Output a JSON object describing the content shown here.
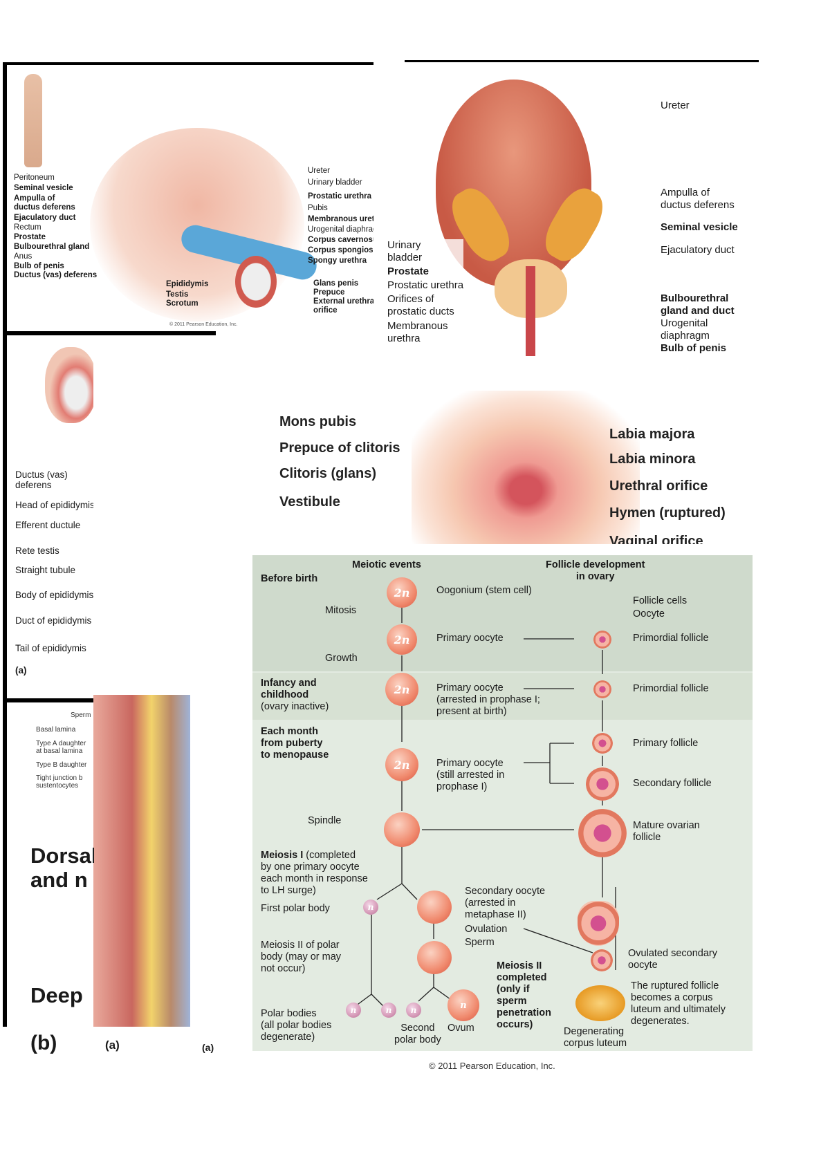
{
  "male_sagittal": {
    "left_labels": [
      "Peritoneum",
      "Seminal vesicle",
      "Ampulla of",
      "ductus deferens",
      "Ejaculatory duct",
      "Rectum",
      "Prostate",
      "Bulbourethral gland",
      "Anus",
      "Bulb of penis",
      "Ductus (vas) deferens"
    ],
    "right_labels": [
      "Ureter",
      "Urinary bladder",
      "Prostatic urethra",
      "Pubis",
      "Membranous urethra",
      "Urogenital diaphragm",
      "Corpus cavernosum",
      "Corpus spongiosum",
      "Spongy urethra",
      "Glans penis",
      "Prepuce",
      "External urethral",
      "orifice"
    ],
    "center_labels": [
      "Epididymis",
      "Testis",
      "Scrotum"
    ],
    "copyright": "© 2011 Pearson Education, Inc."
  },
  "prostate": {
    "right_labels": [
      "Ureter",
      "Ampulla of",
      "ductus deferens",
      "Seminal vesicle",
      "Ejaculatory duct",
      "Bulbourethral",
      "gland and duct",
      "Urogenital",
      "diaphragm",
      "Bulb of penis"
    ],
    "left_labels": [
      "Urinary",
      "bladder",
      "Prostate",
      "Prostatic urethra",
      "Orifices of",
      "prostatic ducts",
      "Membranous",
      "urethra"
    ]
  },
  "testis": {
    "labels": [
      "Ductus (vas)",
      "deferens",
      "Head of epididymis",
      "Efferent ductule",
      "Rete testis",
      "Straight tubule",
      "Body of epididymis",
      "Duct of epididymis",
      "Tail of epididymis",
      "(a)"
    ]
  },
  "seminiferous": {
    "labels": [
      "Sperm",
      "Basal lamina",
      "Type A daughter",
      "at basal lamina",
      "Type B daughter",
      "Tight junction b",
      "sustentocytes"
    ],
    "heading1": [
      "Dorsal",
      "and n"
    ],
    "heading2": "Deep",
    "panel_b": "(b)",
    "panel_a1": "(a)",
    "panel_a2": "(a)"
  },
  "vulva": {
    "left_labels": [
      "Mons pubis",
      "Prepuce of clitoris",
      "Clitoris (glans)",
      "Vestibule"
    ],
    "right_labels": [
      "Labia majora",
      "Labia minora",
      "Urethral orifice",
      "Hymen (ruptured)",
      "Vaginal orifice"
    ]
  },
  "oogenesis": {
    "header_left": "Meiotic events",
    "header_right": [
      "Follicle development",
      "in ovary"
    ],
    "stages": [
      "Before birth",
      [
        "Infancy and",
        "childhood",
        "(ovary inactive)"
      ],
      [
        "Each month",
        "from puberty",
        "to menopause"
      ]
    ],
    "ploidy_2n": "2n",
    "ploidy_n": "n",
    "labels": {
      "mitosis": "Mitosis",
      "growth": "Growth",
      "oogonium": "Oogonium (stem cell)",
      "primary_oocyte": "Primary oocyte",
      "follicle_cells": "Follicle cells",
      "oocyte": "Oocyte",
      "primordial_follicle": "Primordial follicle",
      "arrested": [
        "Primary oocyte",
        "(arrested in prophase I;",
        "present at birth)"
      ],
      "primary_follicle": "Primary follicle",
      "still_arrested": [
        "Primary oocyte",
        "(still arrested in",
        "prophase I)"
      ],
      "secondary_follicle": "Secondary follicle",
      "spindle": "Spindle",
      "mature": [
        "Mature ovarian",
        "follicle"
      ],
      "meiosis1": [
        "Meiosis I",
        "(completed",
        "by one primary oocyte",
        "each month in response",
        "to LH surge)"
      ],
      "first_polar": "First polar body",
      "secondary_oocyte": [
        "Secondary oocyte",
        "(arrested in",
        "metaphase II)"
      ],
      "ovulation": "Ovulation",
      "sperm": "Sperm",
      "ovulated": [
        "Ovulated secondary",
        "oocyte"
      ],
      "meiosis2_polar": [
        "Meiosis II of polar",
        "body (may or may",
        "not occur)"
      ],
      "meiosis2": [
        "Meiosis II",
        "completed",
        "(only if",
        "sperm",
        "penetration",
        "occurs)"
      ],
      "ruptured": [
        "The ruptured follicle",
        "becomes a corpus",
        "luteum and ultimately",
        "degenerates."
      ],
      "polar_bodies": [
        "Polar bodies",
        "(all polar bodies",
        "degenerate)"
      ],
      "second_polar": [
        "Second",
        "polar body"
      ],
      "ovum": "Ovum",
      "degenerating": [
        "Degenerating",
        "corpus luteum"
      ]
    },
    "copyright": "© 2011 Pearson Education, Inc."
  }
}
